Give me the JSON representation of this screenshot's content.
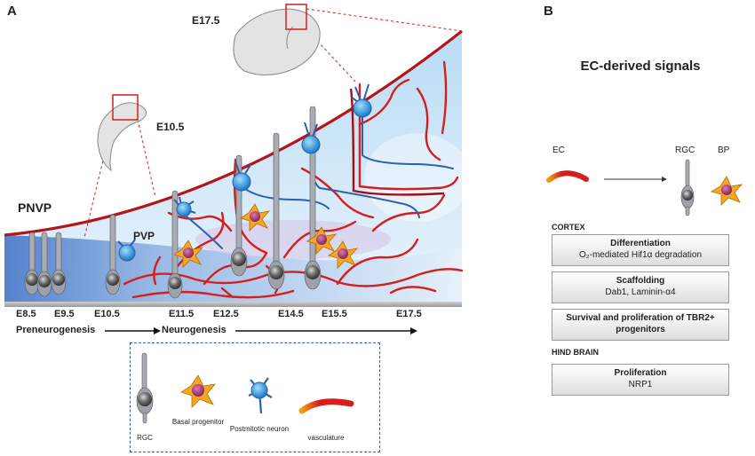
{
  "panel_a": {
    "letter": "A",
    "stages": {
      "e175": "E17.5",
      "e105": "E10.5"
    },
    "regions": {
      "pnvp": "PNVP",
      "pvp": "PVP"
    },
    "timeline": [
      "E8.5",
      "E9.5",
      "E10.5",
      "E11.5",
      "E12.5",
      "E14.5",
      "E15.5",
      "E17.5"
    ],
    "phases": {
      "pre": "Preneurogenesis",
      "neuro": "Neurogenesis"
    },
    "legend": [
      {
        "label": "RGC",
        "icon": "rgc-icon"
      },
      {
        "label": "Basal progenitor",
        "icon": "basal-progenitor-icon"
      },
      {
        "label": "Postmitotic neuron",
        "icon": "postmitotic-neuron-icon"
      },
      {
        "label": "vasculature",
        "icon": "vasculature-icon"
      }
    ]
  },
  "panel_b": {
    "letter": "B",
    "title": "EC-derived signals",
    "ec_label": "EC",
    "rgc_label": "RGC",
    "bp_label": "BP",
    "cortex_heading": "CORTEX",
    "hindbrain_heading": "HIND BRAIN",
    "boxes": [
      {
        "title": "Differentiation",
        "subtitle": "O₂-mediated Hif1α degradation"
      },
      {
        "title": "Scaffolding",
        "subtitle": "Dab1, Laminin-α4"
      },
      {
        "title": "Survival and proliferation of TBR2+ progenitors",
        "subtitle": ""
      },
      {
        "title": "Proliferation",
        "subtitle": "NRP1"
      }
    ]
  },
  "colors": {
    "vessel": "#d41f1f",
    "vessel_dark": "#a01010",
    "rgc_gray": "#8d9099",
    "neuron_blue": "#1e88d6",
    "progenitor_orange": "#f5a623",
    "nucleus_purple": "#9b2d6a",
    "legend_border": "#34619e"
  }
}
